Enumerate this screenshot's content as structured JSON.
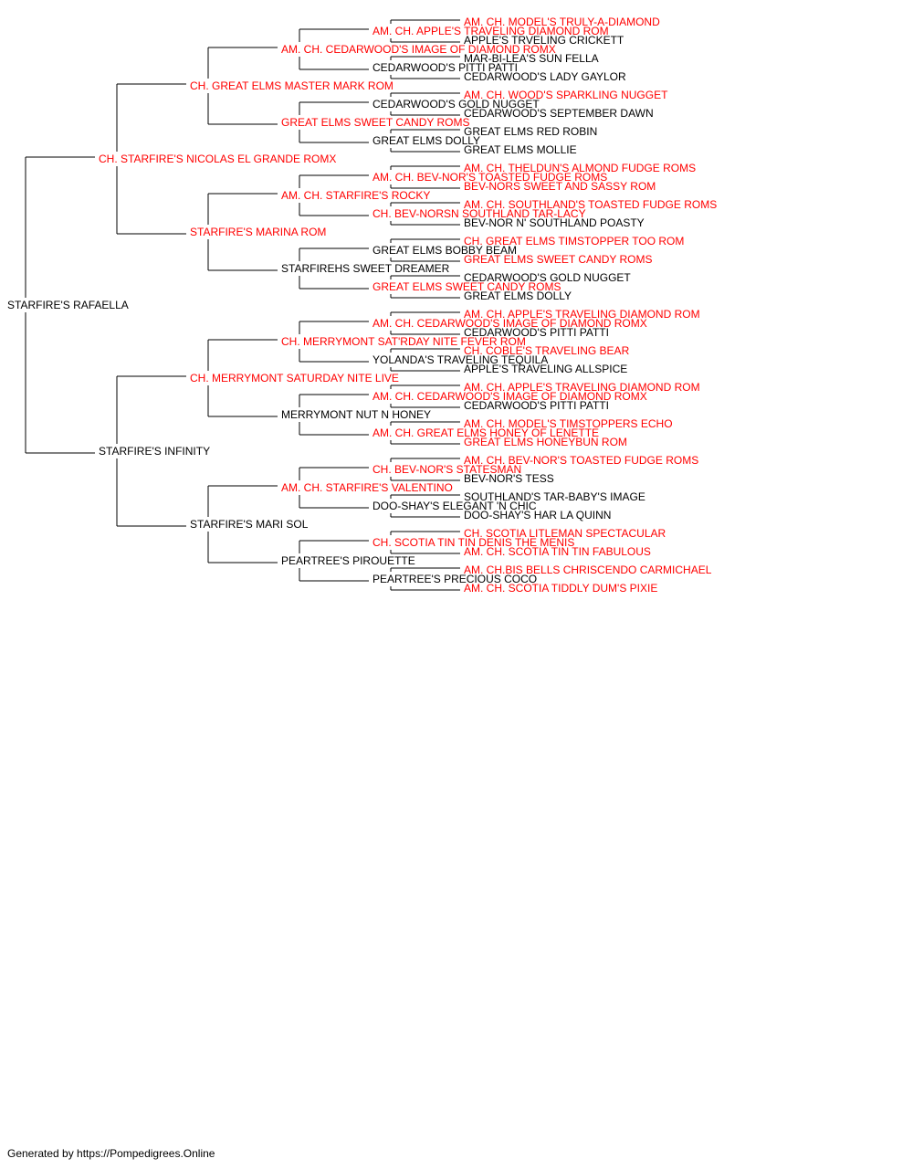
{
  "colors": {
    "titled": "#ff0000",
    "normal": "#000000",
    "line": "#000000"
  },
  "footer": "Generated by https://Pompedigrees.Online",
  "pedigree": {
    "name": "STARFIRE'S RAFAELLA",
    "titled": false,
    "sire": {
      "name": "CH. STARFIRE'S NICOLAS EL GRANDE ROMX",
      "titled": true,
      "sire": {
        "name": "CH. GREAT ELMS MASTER MARK ROM",
        "titled": true,
        "sire": {
          "name": "AM. CH. CEDARWOOD'S IMAGE OF DIAMOND ROMX",
          "titled": true,
          "sire": {
            "name": "AM. CH. APPLE'S TRAVELING DIAMOND ROM",
            "titled": true,
            "sire": {
              "name": "AM. CH. MODEL'S TRULY-A-DIAMOND",
              "titled": true
            },
            "dam": {
              "name": "APPLE'S TRVELING CRICKETT",
              "titled": false
            }
          },
          "dam": {
            "name": "CEDARWOOD'S PITTI PATTI",
            "titled": false,
            "sire": {
              "name": "MAR-BI-LEA'S SUN FELLA",
              "titled": false
            },
            "dam": {
              "name": "CEDARWOOD'S LADY GAYLOR",
              "titled": false
            }
          }
        },
        "dam": {
          "name": "GREAT ELMS SWEET CANDY ROMS",
          "titled": true,
          "sire": {
            "name": "CEDARWOOD'S GOLD NUGGET",
            "titled": false,
            "sire": {
              "name": "AM. CH. WOOD'S SPARKLING NUGGET",
              "titled": true
            },
            "dam": {
              "name": "CEDARWOOD'S SEPTEMBER DAWN",
              "titled": false
            }
          },
          "dam": {
            "name": "GREAT ELMS DOLLY",
            "titled": false,
            "sire": {
              "name": "GREAT ELMS RED ROBIN",
              "titled": false
            },
            "dam": {
              "name": "GREAT ELMS MOLLIE",
              "titled": false
            }
          }
        }
      },
      "dam": {
        "name": "STARFIRE'S MARINA ROM",
        "titled": true,
        "sire": {
          "name": "AM. CH. STARFIRE'S ROCKY",
          "titled": true,
          "sire": {
            "name": "AM. CH. BEV-NOR'S TOASTED FUDGE ROMS",
            "titled": true,
            "sire": {
              "name": "AM. CH. THELDUN'S ALMOND FUDGE ROMS",
              "titled": true
            },
            "dam": {
              "name": "BEV-NORS SWEET AND SASSY ROM",
              "titled": true
            }
          },
          "dam": {
            "name": "CH. BEV-NORSN SOUTHLAND TAR-LACY",
            "titled": true,
            "sire": {
              "name": "AM. CH. SOUTHLAND'S TOASTED FUDGE ROMS",
              "titled": true
            },
            "dam": {
              "name": "BEV-NOR N' SOUTHLAND POASTY",
              "titled": false
            }
          }
        },
        "dam": {
          "name": "STARFIREHS SWEET DREAMER",
          "titled": false,
          "sire": {
            "name": "GREAT ELMS BOBBY BEAM",
            "titled": false,
            "sire": {
              "name": "CH. GREAT ELMS TIMSTOPPER TOO ROM",
              "titled": true
            },
            "dam": {
              "name": "GREAT ELMS SWEET CANDY ROMS",
              "titled": true
            }
          },
          "dam": {
            "name": "GREAT ELMS SWEET CANDY ROMS",
            "titled": true,
            "sire": {
              "name": "CEDARWOOD'S GOLD NUGGET",
              "titled": false
            },
            "dam": {
              "name": "GREAT ELMS DOLLY",
              "titled": false
            }
          }
        }
      }
    },
    "dam": {
      "name": "STARFIRE'S INFINITY",
      "titled": false,
      "sire": {
        "name": "CH. MERRYMONT SATURDAY NITE LIVE",
        "titled": true,
        "sire": {
          "name": "CH. MERRYMONT SAT'RDAY NITE FEVER ROM",
          "titled": true,
          "sire": {
            "name": "AM. CH. CEDARWOOD'S IMAGE OF DIAMOND ROMX",
            "titled": true,
            "sire": {
              "name": "AM. CH. APPLE'S TRAVELING DIAMOND ROM",
              "titled": true
            },
            "dam": {
              "name": "CEDARWOOD'S PITTI PATTI",
              "titled": false
            }
          },
          "dam": {
            "name": "YOLANDA'S TRAVELING TEQUILA",
            "titled": false,
            "sire": {
              "name": "CH. COBLE'S TRAVELING BEAR",
              "titled": true
            },
            "dam": {
              "name": "APPLE'S TRAVELING ALLSPICE",
              "titled": false
            }
          }
        },
        "dam": {
          "name": "MERRYMONT NUT N HONEY",
          "titled": false,
          "sire": {
            "name": "AM. CH. CEDARWOOD'S IMAGE OF DIAMOND ROMX",
            "titled": true,
            "sire": {
              "name": "AM. CH. APPLE'S TRAVELING DIAMOND ROM",
              "titled": true
            },
            "dam": {
              "name": "CEDARWOOD'S PITTI PATTI",
              "titled": false
            }
          },
          "dam": {
            "name": "AM. CH. GREAT ELMS HONEY OF LENETTE",
            "titled": true,
            "sire": {
              "name": "AM. CH. MODEL'S TIMSTOPPERS ECHO",
              "titled": true
            },
            "dam": {
              "name": "GREAT ELMS HONEYBUN ROM",
              "titled": true
            }
          }
        }
      },
      "dam": {
        "name": "STARFIRE'S MARI SOL",
        "titled": false,
        "sire": {
          "name": "AM. CH. STARFIRE'S VALENTINO",
          "titled": true,
          "sire": {
            "name": "CH. BEV-NOR'S STATESMAN",
            "titled": true,
            "sire": {
              "name": "AM. CH. BEV-NOR'S TOASTED FUDGE ROMS",
              "titled": true
            },
            "dam": {
              "name": "BEV-NOR'S TESS",
              "titled": false
            }
          },
          "dam": {
            "name": "DOO-SHAY'S ELEGANT 'N CHIC",
            "titled": false,
            "sire": {
              "name": "SOUTHLAND'S TAR-BABY'S IMAGE",
              "titled": false
            },
            "dam": {
              "name": "DOO-SHAY'S HAR LA QUINN",
              "titled": false
            }
          }
        },
        "dam": {
          "name": "PEARTREE'S PIROUETTE",
          "titled": false,
          "sire": {
            "name": "CH. SCOTIA TIN TIN DENIS THE MENIS",
            "titled": true,
            "sire": {
              "name": "CH. SCOTIA LITLEMAN SPECTACULAR",
              "titled": true
            },
            "dam": {
              "name": "AM. CH. SCOTIA TIN TIN FABULOUS",
              "titled": true
            }
          },
          "dam": {
            "name": "PEARTREE'S PRECIOUS COCO",
            "titled": false,
            "sire": {
              "name": "AM. CH.BIS BELLS CHRISCENDO CARMICHAEL",
              "titled": true
            },
            "dam": {
              "name": "AM. CH. SCOTIA TIDDLY DUM'S PIXIE",
              "titled": true
            }
          }
        }
      }
    }
  }
}
